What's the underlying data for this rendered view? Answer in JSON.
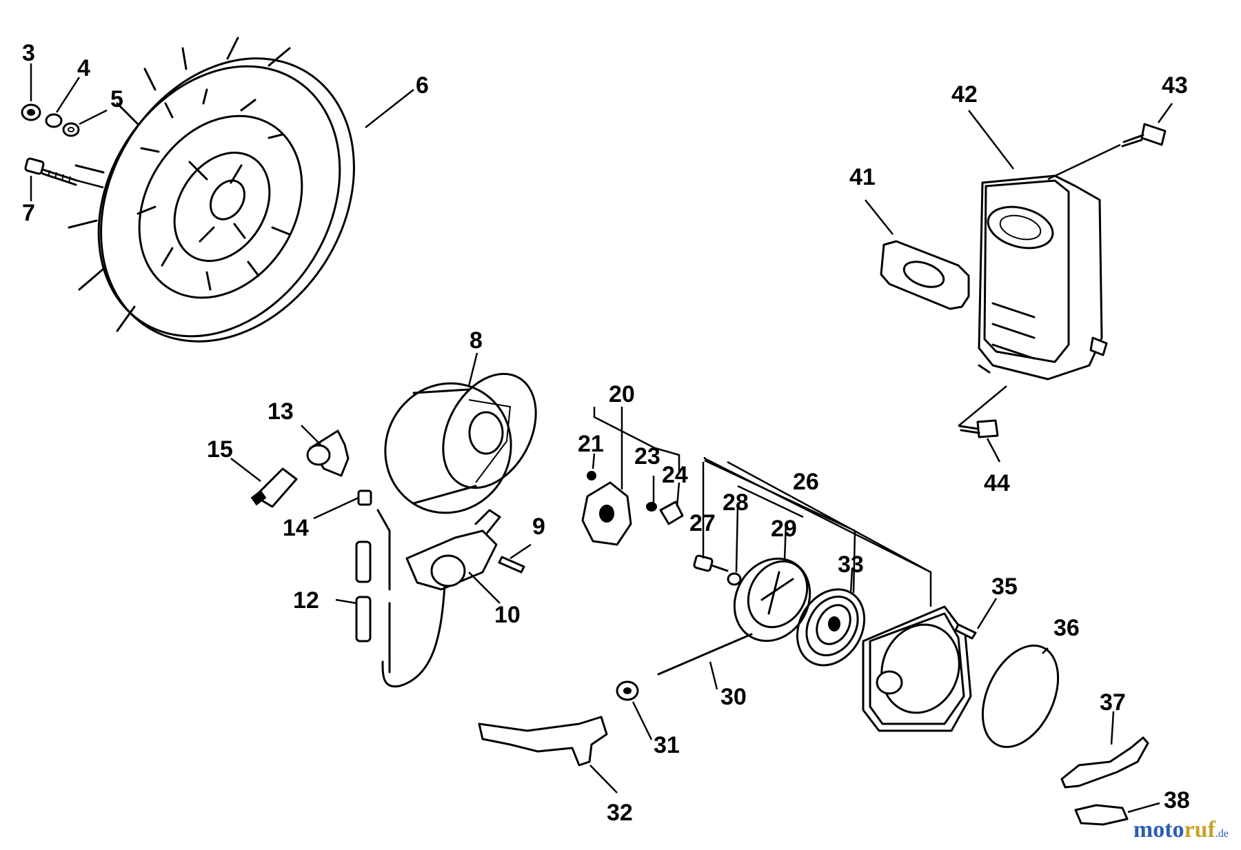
{
  "labels": {
    "l3": "3",
    "l4": "4",
    "l5": "5",
    "l6": "6",
    "l7": "7",
    "l8": "8",
    "l9": "9",
    "l10": "10",
    "l12": "12",
    "l13": "13",
    "l14": "14",
    "l15": "15",
    "l20": "20",
    "l21": "21",
    "l23": "23",
    "l24": "24",
    "l26": "26",
    "l27": "27",
    "l28": "28",
    "l29": "29",
    "l30": "30",
    "l31": "31",
    "l32": "32",
    "l33": "33",
    "l35": "35",
    "l36": "36",
    "l37": "37",
    "l38": "38",
    "l41": "41",
    "l42": "42",
    "l43": "43",
    "l44": "44"
  },
  "watermark": {
    "part1": "moto",
    "part2": "ruf",
    "part3": ".de"
  }
}
